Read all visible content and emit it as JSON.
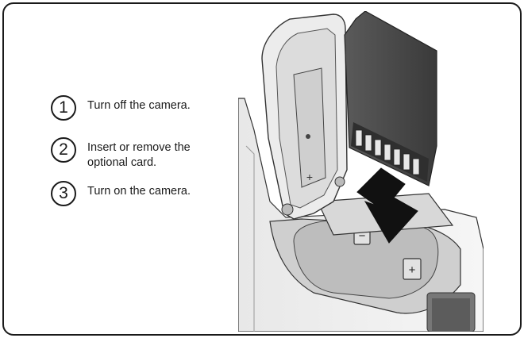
{
  "steps": [
    {
      "number": "1",
      "text": "Turn off the camera."
    },
    {
      "number": "2",
      "text": "Insert or remove the optional card."
    },
    {
      "number": "3",
      "text": "Turn on the camera."
    }
  ],
  "illustration": {
    "description_icon": "camera-sd-card-insert-illustration",
    "battery_minus": "−",
    "battery_plus": "+"
  }
}
